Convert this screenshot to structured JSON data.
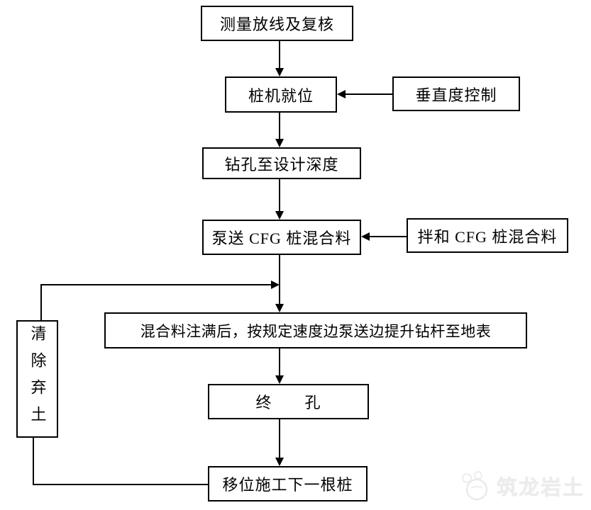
{
  "canvas": {
    "background": "#ffffff",
    "line_color": "#000000",
    "box_border_color": "#000000",
    "text_color": "#000000"
  },
  "nodes": {
    "survey": {
      "label": "测量放线及复核"
    },
    "pile_position": {
      "label": "桩机就位"
    },
    "verticality": {
      "label": "垂直度控制"
    },
    "drill": {
      "label": "钻孔至设计深度"
    },
    "pump": {
      "label": "泵送 CFG 桩混合料"
    },
    "mix": {
      "label": "拌和 CFG 桩混合料"
    },
    "lift": {
      "label": "混合料注满后，按规定速度边泵送边提升钻杆至地表"
    },
    "final_hole": {
      "label": "终　　孔"
    },
    "move_next": {
      "label": "移位施工下一根桩"
    },
    "clear_soil": {
      "label": "清除弃土"
    }
  },
  "edges": [
    {
      "from": "survey",
      "to": "pile_position",
      "style": "arrow-down"
    },
    {
      "from": "verticality",
      "to": "pile_position",
      "style": "arrow-left"
    },
    {
      "from": "pile_position",
      "to": "drill",
      "style": "arrow-down"
    },
    {
      "from": "drill",
      "to": "pump",
      "style": "arrow-down"
    },
    {
      "from": "mix",
      "to": "pump",
      "style": "arrow-left"
    },
    {
      "from": "pump",
      "to": "lift",
      "style": "arrow-down"
    },
    {
      "from": "clear_soil",
      "to": "pump-to-lift-line",
      "style": "arrow-right"
    },
    {
      "from": "lift",
      "to": "final_hole",
      "style": "arrow-down"
    },
    {
      "from": "final_hole",
      "to": "move_next",
      "style": "arrow-down"
    },
    {
      "from": "move_next",
      "to": "clear_soil",
      "style": "plain-line"
    }
  ],
  "watermark": {
    "text": "筑龙岩土",
    "color": "#ececec",
    "logo": "panda-circle-logo"
  }
}
